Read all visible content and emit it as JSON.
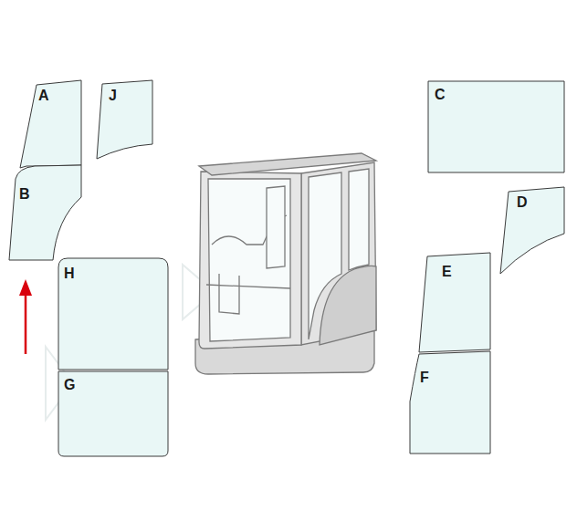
{
  "diagram": {
    "nodes": [
      {
        "text": [
          "A"
        ]
      },
      {
        "text": [
          "J"
        ]
      },
      {
        "text": [
          "C"
        ]
      },
      {
        "text": [
          "B"
        ]
      },
      {
        "text": [
          "D"
        ]
      },
      {
        "text": [
          "H"
        ]
      },
      {
        "text": [
          "E"
        ]
      },
      {
        "text": [
          "G"
        ]
      },
      {
        "text": [
          "F"
        ]
      }
    ]
  }
}
